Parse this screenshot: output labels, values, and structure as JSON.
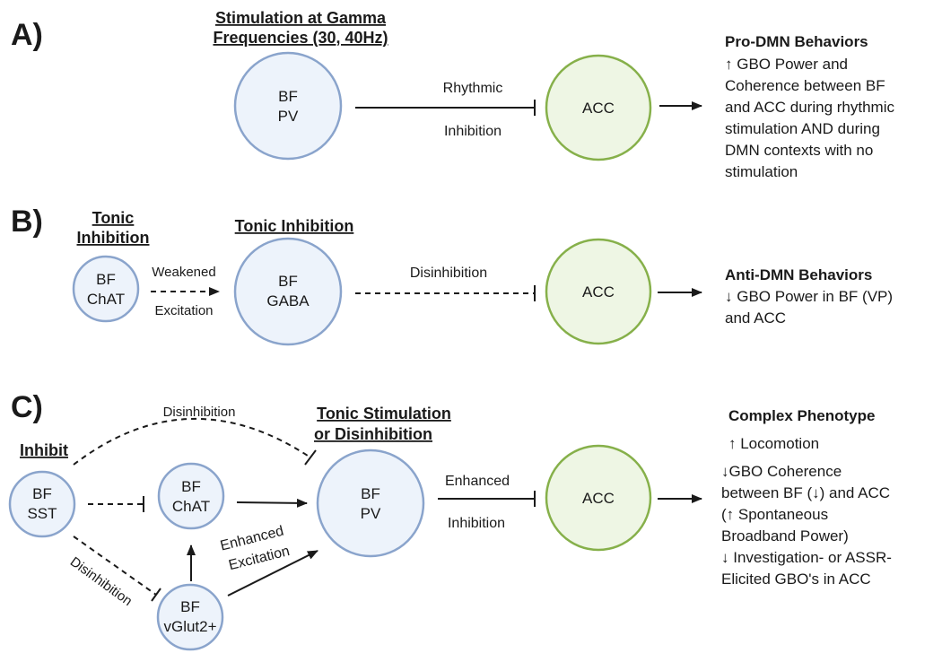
{
  "panels": {
    "a": {
      "label": "A)",
      "heading_lines": [
        "Stimulation at Gamma",
        "Frequencies (30, 40Hz)"
      ],
      "nodes": {
        "bf_pv": [
          "BF",
          "PV"
        ],
        "acc": "ACC"
      },
      "edge_label_lines": [
        "Rhythmic",
        "Inhibition"
      ],
      "outcome": {
        "title": "Pro-DMN Behaviors",
        "lines": [
          "↑ GBO Power and",
          "Coherence between BF",
          "and ACC during rhythmic",
          "stimulation AND during",
          "DMN contexts with no",
          "stimulation"
        ]
      }
    },
    "b": {
      "label": "B)",
      "chat_heading_lines": [
        "Tonic",
        "Inhibition"
      ],
      "gaba_heading": "Tonic Inhibition",
      "nodes": {
        "bf_chat": [
          "BF",
          "ChAT"
        ],
        "bf_gaba": [
          "BF",
          "GABA"
        ],
        "acc": "ACC"
      },
      "edge1_label_lines": [
        "Weakened",
        "Excitation"
      ],
      "edge2_label": "Disinhibition",
      "outcome": {
        "title": "Anti-DMN Behaviors",
        "lines": [
          "↓ GBO Power in BF (VP)",
          "and ACC"
        ]
      }
    },
    "c": {
      "label": "C)",
      "inhibit_heading": "Inhibit",
      "pv_heading_lines": [
        "Tonic Stimulation",
        "or Disinhibition"
      ],
      "nodes": {
        "bf_sst": [
          "BF",
          "SST"
        ],
        "bf_chat": [
          "BF",
          "ChAT"
        ],
        "bf_vglut2": [
          "BF",
          "vGlut2+"
        ],
        "bf_pv": [
          "BF",
          "PV"
        ],
        "acc": "ACC"
      },
      "arc_label": "Disinhibition",
      "diag_label": "Disinhibition",
      "excitation_label_lines": [
        "Enhanced",
        "Excitation"
      ],
      "pv_acc_label_lines": [
        "Enhanced",
        "Inhibition"
      ],
      "outcome": {
        "title": "Complex Phenotype",
        "lines": [
          "↑ Locomotion",
          "↓GBO Coherence",
          "between BF (↓) and ACC",
          "(↑ Spontaneous",
          "Broadband Power)",
          "↓ Investigation- or ASSR-",
          "Elicited GBO's in ACC"
        ]
      }
    }
  },
  "colors": {
    "bf_fill": "#edf3fb",
    "bf_stroke": "#8aa4cc",
    "acc_fill": "#eef6e4",
    "acc_stroke": "#86b04a"
  }
}
